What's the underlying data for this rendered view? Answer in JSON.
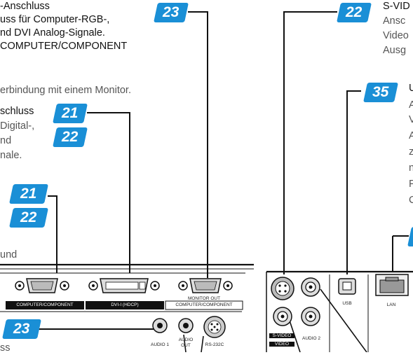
{
  "callouts": {
    "left": [
      "-Anschluss",
      "uss für Computer-RGB-,",
      "nd DVI Analog-Signale.",
      "COMPUTER/COMPONENT",
      "erbindung mit einem Monitor.",
      "schluss",
      "Digital-,",
      "nd",
      "nale.",
      "und",
      "ss"
    ],
    "right_svideo": [
      "S-VID",
      "Ansc",
      "Video",
      "Ausg"
    ],
    "right_usb": [
      "U",
      "A",
      "V",
      "A",
      "z",
      "n",
      "F",
      "C"
    ]
  },
  "badges": [
    "23",
    "22",
    "35",
    "21",
    "22",
    "21",
    "22",
    "23"
  ],
  "panel_labels": {
    "computer_component": "COMPUTER/COMPONENT",
    "dvi": "DVI-I (HDCP)",
    "monitor_out_1": "MONITOR OUT",
    "monitor_out_2": "COMPUTER/COMPONENT",
    "audio1": "AUDIO 1",
    "audio_out_1": "AUDIO",
    "audio_out_2": "OUT",
    "rs232c": "RS-232C",
    "svideo": "S-VIDEO",
    "video": "VIDEO",
    "audio2": "AUDIO 2",
    "usb": "USB",
    "lan": "LAN"
  },
  "colors": {
    "badge": "#1a8fd6",
    "line": "#111111"
  }
}
